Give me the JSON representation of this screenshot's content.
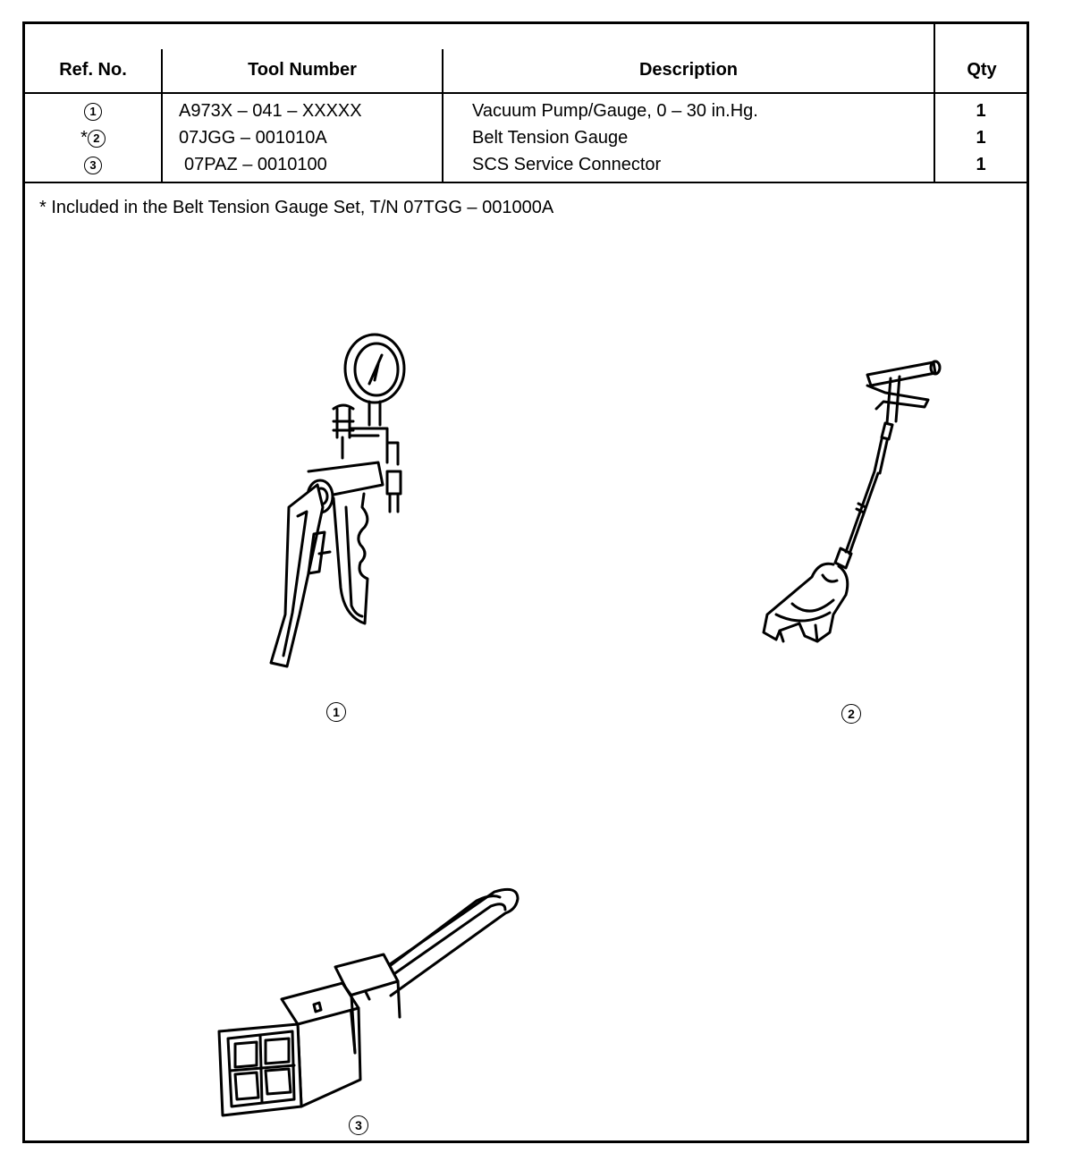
{
  "table": {
    "headers": {
      "ref": "Ref. No.",
      "tool": "Tool Number",
      "desc": "Description",
      "qty": "Qty"
    },
    "rows": [
      {
        "prefix": "",
        "ref": "1",
        "tool": "A973X – 041 – XXXXX",
        "desc": "Vacuum Pump/Gauge, 0 – 30 in.Hg.",
        "qty": "1"
      },
      {
        "prefix": "*",
        "ref": "2",
        "tool": "07JGG – 001010A",
        "desc": "Belt Tension Gauge",
        "qty": "1"
      },
      {
        "prefix": "",
        "ref": "3",
        "tool": "07PAZ – 0010100",
        "desc": "SCS Service Connector",
        "qty": "1"
      }
    ]
  },
  "note": "* Included in the Belt Tension Gauge Set, T/N 07TGG – 001000A",
  "illustrations": {
    "callout_1": "1",
    "callout_2": "2",
    "callout_3": "3"
  }
}
